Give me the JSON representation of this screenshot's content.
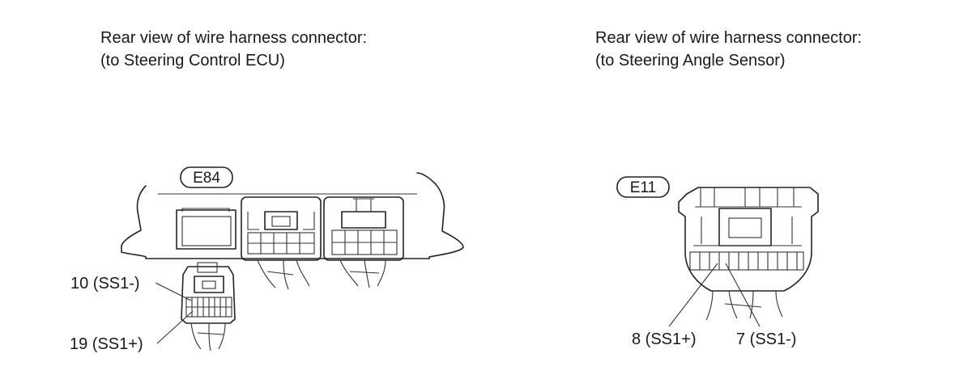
{
  "left_connector": {
    "caption_line1": "Rear view of wire harness connector:",
    "caption_line2": "(to Steering Control ECU)",
    "connector_id": "E84",
    "pins": [
      {
        "label": "10 (SS1-)"
      },
      {
        "label": "19 (SS1+)"
      }
    ]
  },
  "right_connector": {
    "caption_line1": "Rear view of wire harness connector:",
    "caption_line2": "(to Steering Angle Sensor)",
    "connector_id": "E11",
    "pins": [
      {
        "label": "8 (SS1+)"
      },
      {
        "label": "7 (SS1-)"
      }
    ]
  }
}
